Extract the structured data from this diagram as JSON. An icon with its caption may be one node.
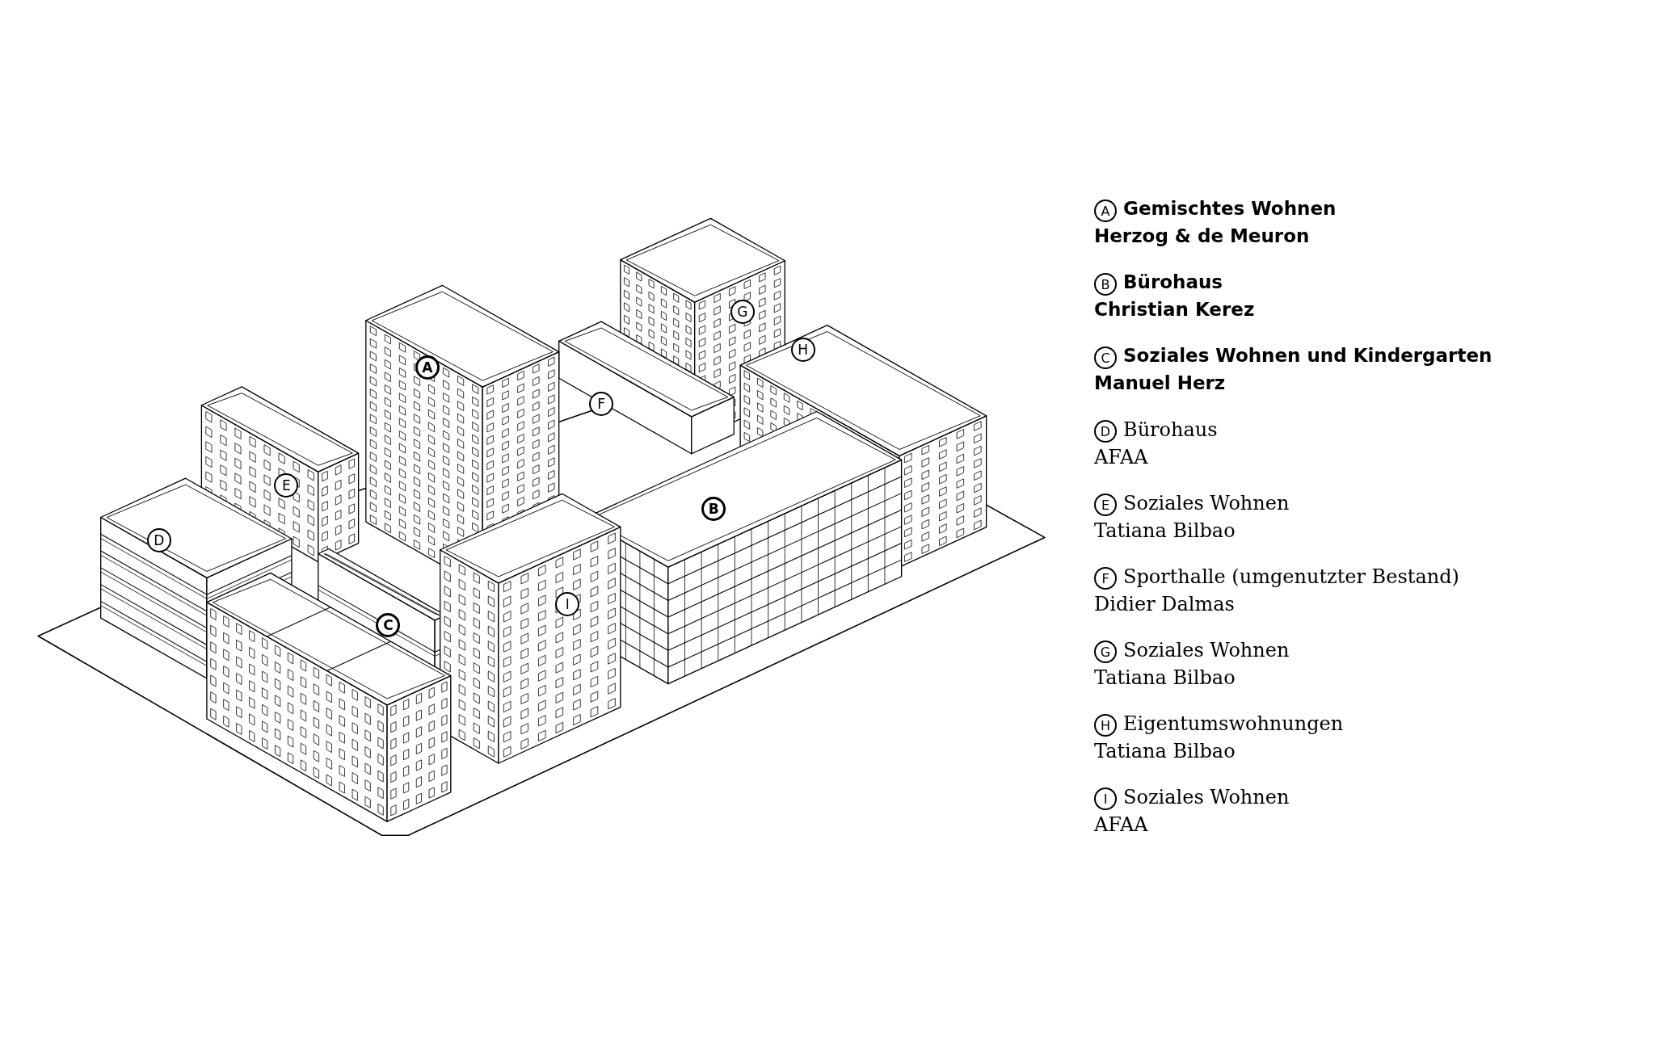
{
  "diagram": {
    "labels": [
      "G",
      "H",
      "A",
      "F",
      "E",
      "B",
      "D",
      "I",
      "C",
      "A",
      "Gemischtes Wohnen",
      "Herzog & de Meuron",
      "B",
      "Bürohaus",
      "Christian Kerez",
      "C",
      "Soziales Wohnen und Kindergarten",
      "Manuel Herz",
      "D",
      "Bürohaus",
      "AFAA",
      "E",
      "Soziales Wohnen",
      "Tatiana Bilbao",
      "F",
      "Sporthalle (umgenutzter Bestand)",
      "Didier Dalmas",
      "G",
      "Soziales Wohnen",
      "Tatiana Bilbao",
      "H",
      "Eigentumswohnungen",
      "Tatiana Bilbao",
      "I",
      "Soziales Wohnen",
      "AFAA"
    ]
  }
}
